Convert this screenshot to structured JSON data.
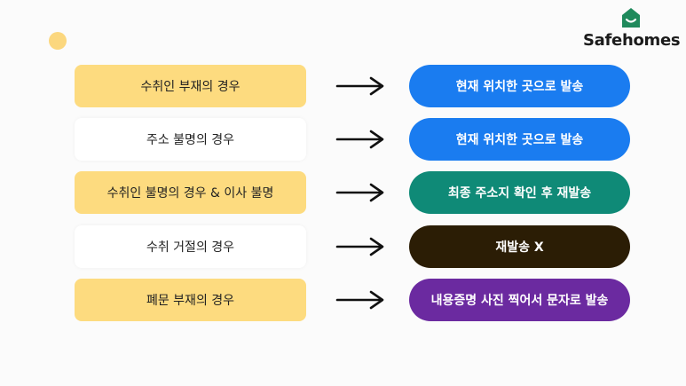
{
  "brand": {
    "name": "Safehomes",
    "logo_color": "#1f8a5c"
  },
  "colors": {
    "case_yellow": "#fddb7f",
    "case_white": "#ffffff",
    "action_blue": "#1a7cf0",
    "action_teal": "#0f8a77",
    "action_dark": "#2b1d05",
    "action_purple": "#6b2aa0"
  },
  "rows": [
    {
      "case": "수취인 부재의 경우",
      "action": "현재 위치한 곳으로 발송"
    },
    {
      "case": "주소 불명의 경우",
      "action": "현재 위치한 곳으로 발송"
    },
    {
      "case": "수취인 불명의 경우 & 이사 불명",
      "action": "최종 주소지 확인 후 재발송"
    },
    {
      "case": "수취 거절의 경우",
      "action": "재발송 X"
    },
    {
      "case": "폐문 부재의 경우",
      "action": "내용증명 사진 찍어서 문자로 발송"
    }
  ],
  "icons": {
    "arrow": "arrow-right-icon",
    "logo": "house-smile-icon"
  }
}
